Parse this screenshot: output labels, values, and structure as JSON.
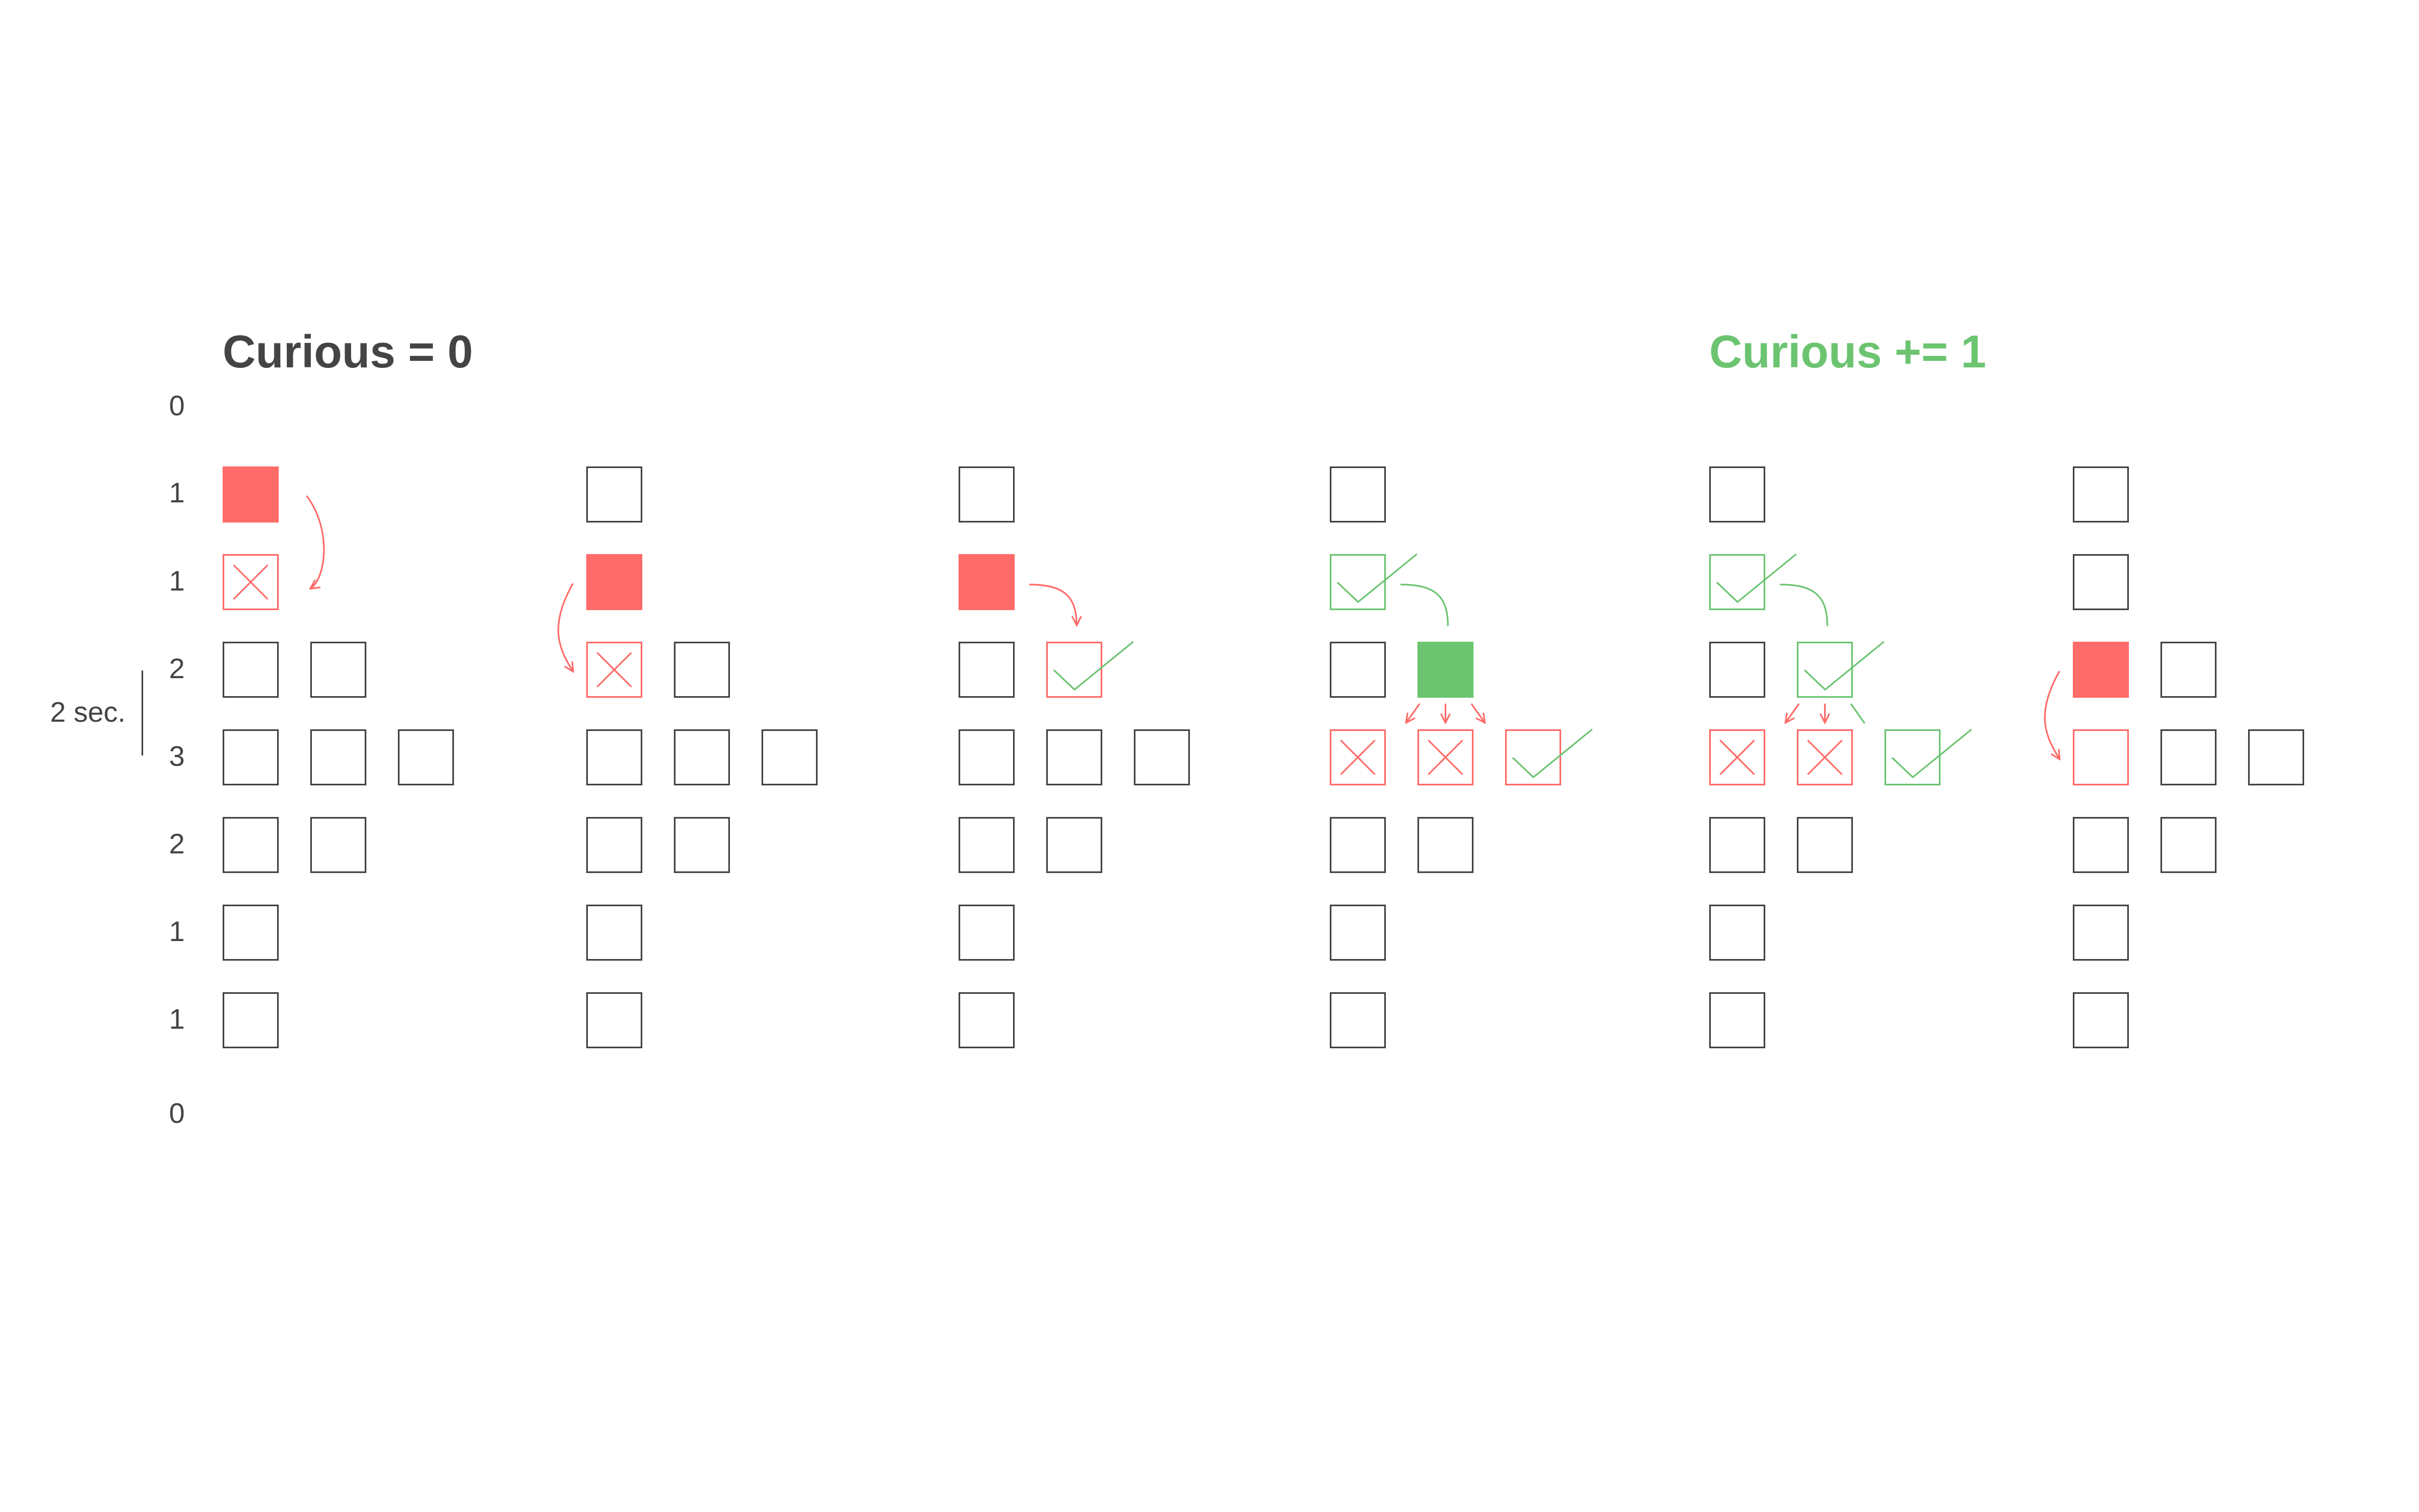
{
  "titles": {
    "left": "Curious = 0",
    "right": "Curious += 1"
  },
  "row_labels": [
    "0",
    "1",
    "1",
    "2",
    "3",
    "2",
    "1",
    "1",
    "0"
  ],
  "duration_label": "2 sec.",
  "colors": {
    "text": "#444444",
    "outline": "#444444",
    "red": "#ff6b68",
    "green": "#6cc471",
    "title_right": "#6cc471"
  },
  "legend_states": {
    "empty": "outlined square",
    "current": "filled square",
    "rejected": "cross mark",
    "accepted": "check mark",
    "target": "colored outline square"
  },
  "panels": [
    {
      "rows": [
        [
          {
            "s": "current",
            "c": "red"
          }
        ],
        [
          {
            "s": "cross",
            "c": "red"
          }
        ],
        [
          {
            "s": "empty"
          },
          {
            "s": "empty"
          }
        ],
        [
          {
            "s": "empty"
          },
          {
            "s": "empty"
          },
          {
            "s": "empty"
          }
        ],
        [
          {
            "s": "empty"
          },
          {
            "s": "empty"
          }
        ],
        [
          {
            "s": "empty"
          }
        ],
        [
          {
            "s": "empty"
          }
        ]
      ]
    },
    {
      "rows": [
        [
          {
            "s": "empty"
          }
        ],
        [
          {
            "s": "current",
            "c": "red"
          }
        ],
        [
          {
            "s": "cross",
            "c": "red"
          },
          {
            "s": "empty"
          }
        ],
        [
          {
            "s": "empty"
          },
          {
            "s": "empty"
          },
          {
            "s": "empty"
          }
        ],
        [
          {
            "s": "empty"
          },
          {
            "s": "empty"
          }
        ],
        [
          {
            "s": "empty"
          }
        ],
        [
          {
            "s": "empty"
          }
        ]
      ]
    },
    {
      "rows": [
        [
          {
            "s": "empty"
          }
        ],
        [
          {
            "s": "current",
            "c": "red"
          }
        ],
        [
          {
            "s": "empty"
          },
          {
            "s": "check",
            "c": "red"
          }
        ],
        [
          {
            "s": "empty"
          },
          {
            "s": "empty"
          },
          {
            "s": "empty"
          }
        ],
        [
          {
            "s": "empty"
          },
          {
            "s": "empty"
          }
        ],
        [
          {
            "s": "empty"
          }
        ],
        [
          {
            "s": "empty"
          }
        ]
      ]
    },
    {
      "rows": [
        [
          {
            "s": "empty"
          }
        ],
        [
          {
            "s": "check",
            "c": "green"
          }
        ],
        [
          {
            "s": "empty"
          },
          {
            "s": "current",
            "c": "green"
          }
        ],
        [
          {
            "s": "cross",
            "c": "red"
          },
          {
            "s": "cross",
            "c": "red"
          },
          {
            "s": "check",
            "c": "red"
          }
        ],
        [
          {
            "s": "empty"
          },
          {
            "s": "empty"
          }
        ],
        [
          {
            "s": "empty"
          }
        ],
        [
          {
            "s": "empty"
          }
        ]
      ]
    },
    {
      "rows": [
        [
          {
            "s": "empty"
          }
        ],
        [
          {
            "s": "check",
            "c": "green"
          }
        ],
        [
          {
            "s": "empty"
          },
          {
            "s": "check",
            "c": "green"
          }
        ],
        [
          {
            "s": "cross",
            "c": "red"
          },
          {
            "s": "cross",
            "c": "red"
          },
          {
            "s": "check",
            "c": "green"
          }
        ],
        [
          {
            "s": "empty"
          },
          {
            "s": "empty"
          }
        ],
        [
          {
            "s": "empty"
          }
        ],
        [
          {
            "s": "empty"
          }
        ]
      ]
    },
    {
      "rows": [
        [
          {
            "s": "empty"
          }
        ],
        [
          {
            "s": "empty"
          }
        ],
        [
          {
            "s": "current",
            "c": "red"
          },
          {
            "s": "empty"
          }
        ],
        [
          {
            "s": "target",
            "c": "red"
          },
          {
            "s": "empty"
          },
          {
            "s": "empty"
          }
        ],
        [
          {
            "s": "empty"
          },
          {
            "s": "empty"
          }
        ],
        [
          {
            "s": "empty"
          }
        ],
        [
          {
            "s": "empty"
          }
        ]
      ]
    }
  ],
  "transitions": [
    {
      "panel": 0,
      "from": [
        0,
        0
      ],
      "to": [
        1,
        0
      ],
      "c": "red",
      "kind": "side-right"
    },
    {
      "panel": 1,
      "from": [
        1,
        0
      ],
      "to": [
        2,
        0
      ],
      "c": "red",
      "kind": "side-left"
    },
    {
      "panel": 2,
      "from": [
        1,
        0
      ],
      "to": [
        2,
        1
      ],
      "c": "red",
      "kind": "over"
    },
    {
      "panel": 3,
      "from": [
        1,
        0
      ],
      "to": [
        2,
        1
      ],
      "c": "green",
      "kind": "over",
      "head": false
    },
    {
      "panel": 3,
      "from": [
        2,
        1
      ],
      "to": [
        3,
        0
      ],
      "c": "red",
      "kind": "short"
    },
    {
      "panel": 3,
      "from": [
        2,
        1
      ],
      "to": [
        3,
        1
      ],
      "c": "red",
      "kind": "short"
    },
    {
      "panel": 3,
      "from": [
        2,
        1
      ],
      "to": [
        3,
        2
      ],
      "c": "red",
      "kind": "short"
    },
    {
      "panel": 4,
      "from": [
        1,
        0
      ],
      "to": [
        2,
        1
      ],
      "c": "green",
      "kind": "over",
      "head": false
    },
    {
      "panel": 4,
      "from": [
        2,
        1
      ],
      "to": [
        3,
        0
      ],
      "c": "red",
      "kind": "short"
    },
    {
      "panel": 4,
      "from": [
        2,
        1
      ],
      "to": [
        3,
        1
      ],
      "c": "red",
      "kind": "short"
    },
    {
      "panel": 4,
      "from": [
        2,
        1
      ],
      "to": [
        3,
        2
      ],
      "c": "green",
      "kind": "short",
      "head": false
    },
    {
      "panel": 5,
      "from": [
        2,
        0
      ],
      "to": [
        3,
        0
      ],
      "c": "red",
      "kind": "side-left"
    }
  ]
}
